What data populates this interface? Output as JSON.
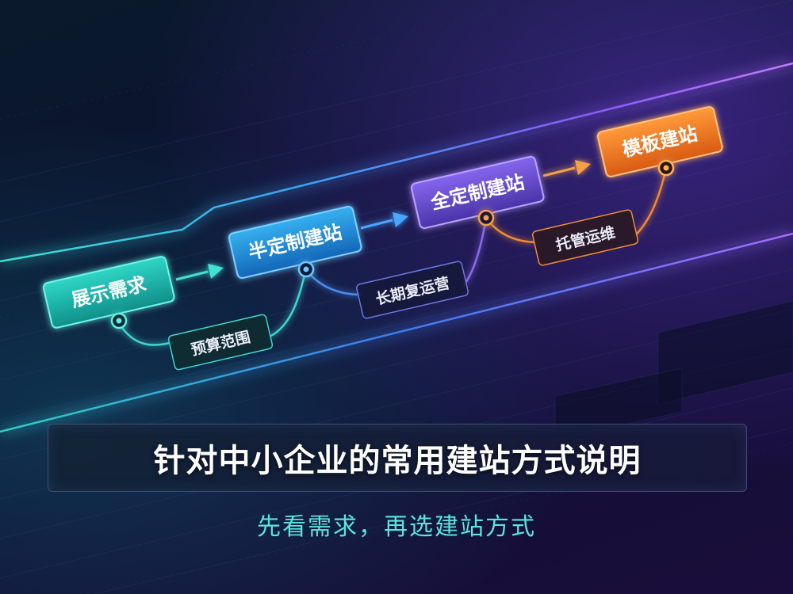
{
  "diagram": {
    "main_steps": [
      {
        "label": "展示需求",
        "color": "#1bb3a8"
      },
      {
        "label": "半定制建站",
        "color": "#1f8fd0"
      },
      {
        "label": "全定制建站",
        "color": "#6a4fd0"
      },
      {
        "label": "模板建站",
        "color": "#f07a20"
      }
    ],
    "sub_labels": [
      {
        "label": "预算范围"
      },
      {
        "label": "长期复运营"
      },
      {
        "label": "托管运维"
      }
    ]
  },
  "title": "针对中小企业的常用建站方式说明",
  "subtitle": "先看需求，再选建站方式",
  "colors": {
    "teal": "#38e0d0",
    "blue": "#3aa8f0",
    "purple": "#8a5cf0",
    "orange": "#f38a2a",
    "subtitle": "#58e6e0"
  }
}
